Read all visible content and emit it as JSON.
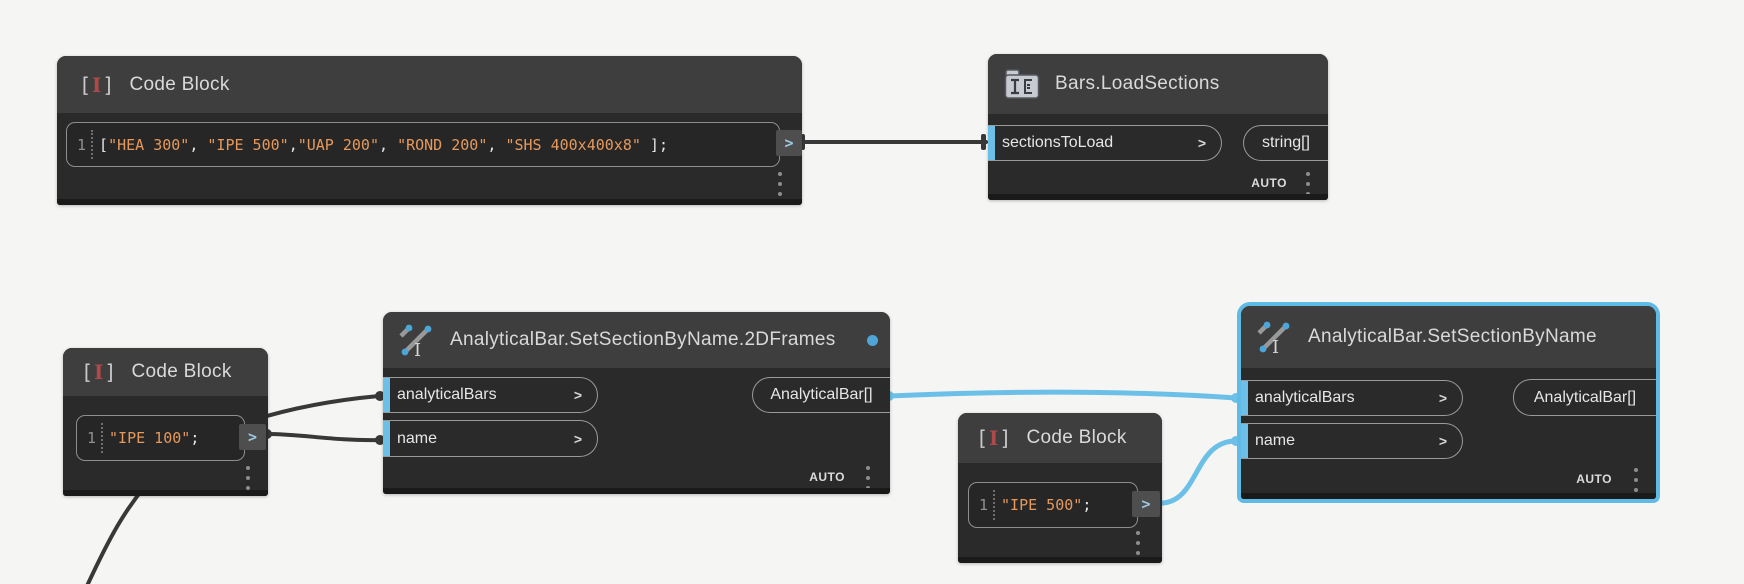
{
  "nodes": {
    "cb1": {
      "title": "Code Block",
      "icon": {
        "open": "[",
        "cursor": "I",
        "close": "]"
      },
      "line_no": "1",
      "segments": [
        "[",
        "\"HEA 300\"",
        ", ",
        "\"IPE 500\"",
        ",",
        "\"UAP 200\"",
        ", ",
        "\"ROND 200\"",
        ", ",
        "\"SHS 400x400x8\"",
        " ];"
      ],
      "out_label": ">"
    },
    "cb2": {
      "title": "Code Block",
      "icon": {
        "open": "[",
        "cursor": "I",
        "close": "]"
      },
      "line_no": "1",
      "segments": [
        "\"IPE 100\"",
        ";"
      ],
      "out_label": ">"
    },
    "cb3": {
      "title": "Code Block",
      "icon": {
        "open": "[",
        "cursor": "I",
        "close": "]"
      },
      "line_no": "1",
      "segments": [
        "\"IPE 500\"",
        ";"
      ],
      "out_label": ">"
    },
    "bls": {
      "title": "Bars.LoadSections",
      "inputs": [
        {
          "label": "sectionsToLoad",
          "chevron": ">"
        }
      ],
      "output": "string[]",
      "lacing": "AUTO"
    },
    "n2d": {
      "title": "AnalyticalBar.SetSectionByName.2DFrames",
      "inputs": [
        {
          "label": "analyticalBars",
          "chevron": ">"
        },
        {
          "label": "name",
          "chevron": ">"
        }
      ],
      "output": "AnalyticalBar[]",
      "lacing": "AUTO"
    },
    "nsb": {
      "title": "AnalyticalBar.SetSectionByName",
      "inputs": [
        {
          "label": "analyticalBars",
          "chevron": ">"
        },
        {
          "label": "name",
          "chevron": ">"
        }
      ],
      "output": "AnalyticalBar[]",
      "lacing": "AUTO"
    }
  },
  "colors": {
    "accent_blue": "#6CC0E8",
    "selection_blue": "#5FBAE6",
    "code_string_orange": "#E6995C",
    "cursor_red": "#B04A4A",
    "wire_dark": "#383838",
    "node_header": "#3E3E3E",
    "node_body": "#2A2A2A",
    "canvas": "#F5F5F3"
  }
}
